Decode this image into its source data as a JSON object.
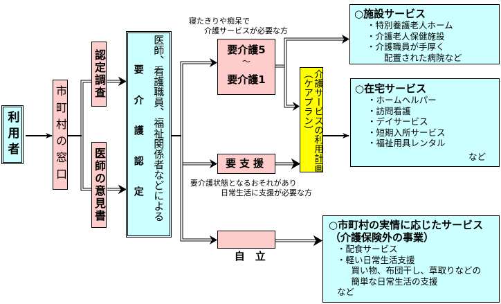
{
  "nodes": {
    "user": {
      "label": "利用者"
    },
    "municipal_window": {
      "label": "市町村の窓口"
    },
    "survey": {
      "label": "認定調査"
    },
    "doctor_opinion": {
      "label": "医師の意見書"
    },
    "certification": {
      "title": "要介護認定",
      "subtitle": "医師、看護職員、福祉関係者などによる"
    },
    "care_needed": {
      "line1": "要介護5",
      "tilde": "〜",
      "line2": "要介護1"
    },
    "support_needed": {
      "label": "要支援"
    },
    "independent": {
      "label": "自　立"
    },
    "care_plan": {
      "label": "介護サービスの利用計画（ケアプラン）"
    }
  },
  "notes": {
    "care_needed_note": "寝たきりや痴呆で\n　　介護サービスが必要な方",
    "support_needed_note": "要介護状態となるおそれがあり\n　　　　日常生活に支援が必要な方"
  },
  "services": {
    "facility": {
      "title": "○施設サービス",
      "items": [
        "・特別養護老人ホーム",
        "・介護老人保健施設",
        "・介護職員が手厚く",
        "　　配置された病院など"
      ]
    },
    "home": {
      "title": "○在宅サービス",
      "items": [
        "・ホームヘルパー",
        "・訪問看護",
        "・デイサービス",
        "・短期入所サービス",
        "・福祉用具レンタル"
      ],
      "footer": "など"
    },
    "municipal": {
      "title": "○市町村の実情に応じたサービス",
      "subtitle": "（介護保険外の事業）",
      "items": [
        "・配食サービス",
        "・軽い日常生活支援",
        "　買い物、布団干し、草取りなどの",
        "　簡単な日常生活の支援"
      ],
      "footer": "など"
    }
  },
  "colors": {
    "pink": "#ffcccc",
    "cyan": "#ccffff",
    "yellow": "#ffff00",
    "line": "#000000"
  }
}
